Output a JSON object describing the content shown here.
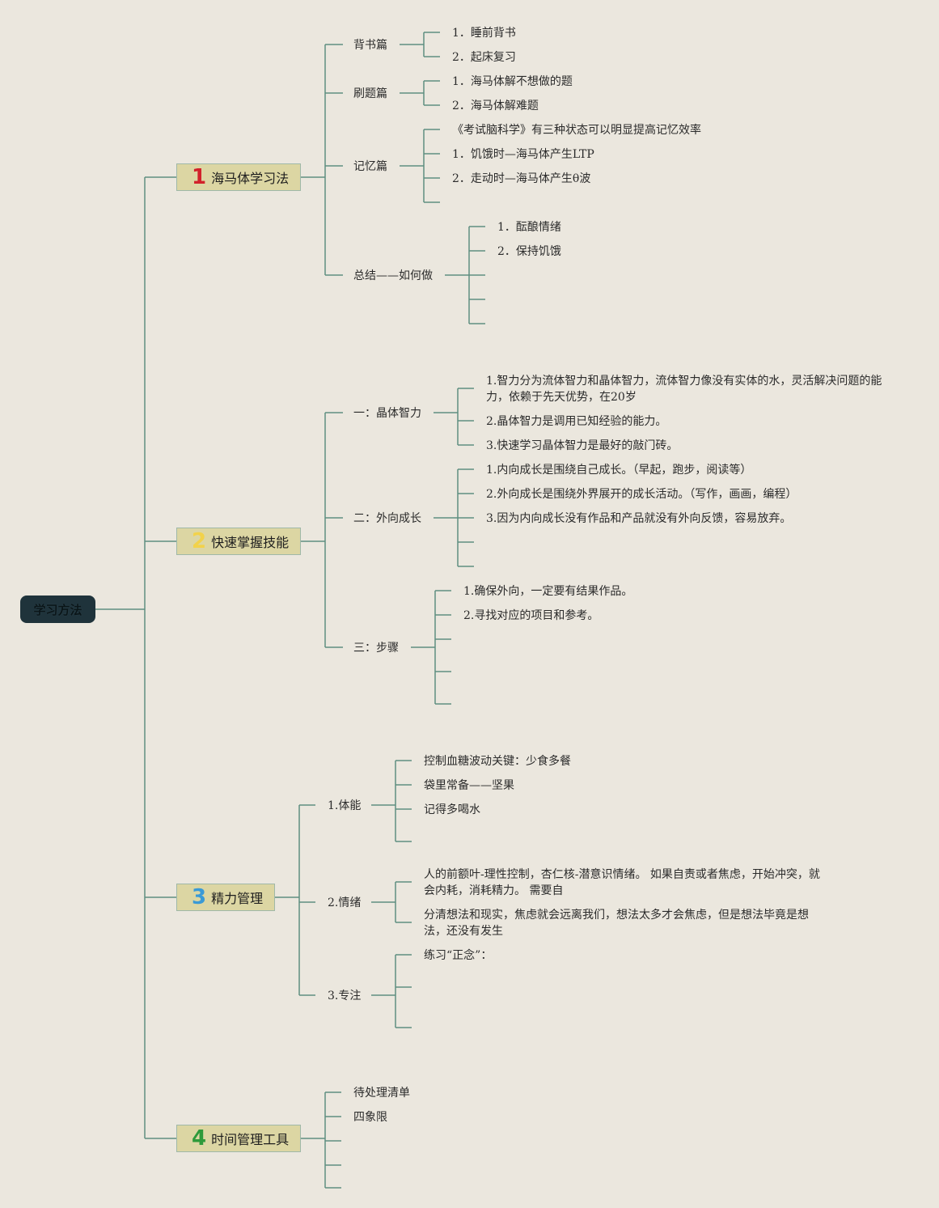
{
  "root": {
    "label": "学习方法"
  },
  "sections": [
    {
      "num": "1",
      "num_color": "#d2222a",
      "label": "海马体学习法",
      "branches": [
        {
          "label": "背书篇",
          "items": [
            "1．睡前背书",
            "2．起床复习"
          ]
        },
        {
          "label": "刷题篇",
          "items": [
            "1．海马体解不想做的题",
            "2．海马体解难题"
          ]
        },
        {
          "label": "记忆篇",
          "items": [
            "《考试脑科学》有三种状态可以明显提高记忆效率",
            "1．饥饿时—海马体产生LTP",
            "2．走动时—海马体产生θ波"
          ]
        },
        {
          "label": "总结——如何做",
          "items": [
            "1．酝酿情绪",
            "2．保持饥饿"
          ]
        }
      ]
    },
    {
      "num": "2",
      "num_color": "#f2d24a",
      "label": "快速掌握技能",
      "branches": [
        {
          "label": "一：晶体智力",
          "items": [
            "1.智力分为流体智力和晶体智力，流体智力像没有实体的水，灵活解决问题的能力，依赖于先天优势，在20岁",
            "2.晶体智力是调用已知经验的能力。",
            "3.快速学习晶体智力是最好的敲门砖。"
          ]
        },
        {
          "label": "二：外向成长",
          "items": [
            "1.内向成长是围绕自己成长。（早起，跑步，阅读等）",
            "2.外向成长是围绕外界展开的成长活动。（写作，画画，编程）",
            "3.因为内向成长没有作品和产品就没有外向反馈，容易放弃。"
          ]
        },
        {
          "label": "三：步骤",
          "items": [
            "1.确保外向，一定要有结果作品。",
            "2.寻找对应的项目和参考。"
          ]
        }
      ]
    },
    {
      "num": "3",
      "num_color": "#3a9ad6",
      "label": "精力管理",
      "branches": [
        {
          "label": "1.体能",
          "items": [
            "控制血糖波动关键：少食多餐",
            "袋里常备——坚果",
            "记得多喝水"
          ]
        },
        {
          "label": "2.情绪",
          "items": [
            "人的前额叶-理性控制，杏仁核-潜意识情绪。 如果自责或者焦虑，开始冲突，就会内耗，消耗精力。 需要自",
            "分清想法和现实，焦虑就会远离我们，想法太多才会焦虑，但是想法毕竟是想法，还没有发生"
          ]
        },
        {
          "label": "3.专注",
          "items": [
            "练习“正念”："
          ]
        }
      ]
    },
    {
      "num": "4",
      "num_color": "#2e9a3a",
      "label": "时间管理工具",
      "items": [
        "待处理清单",
        "四象限"
      ]
    }
  ],
  "colors": {
    "line": "#5f8f80",
    "background": "#ebe7de",
    "root_bg": "#1f333b",
    "node_bg": "#dcd6a3"
  }
}
